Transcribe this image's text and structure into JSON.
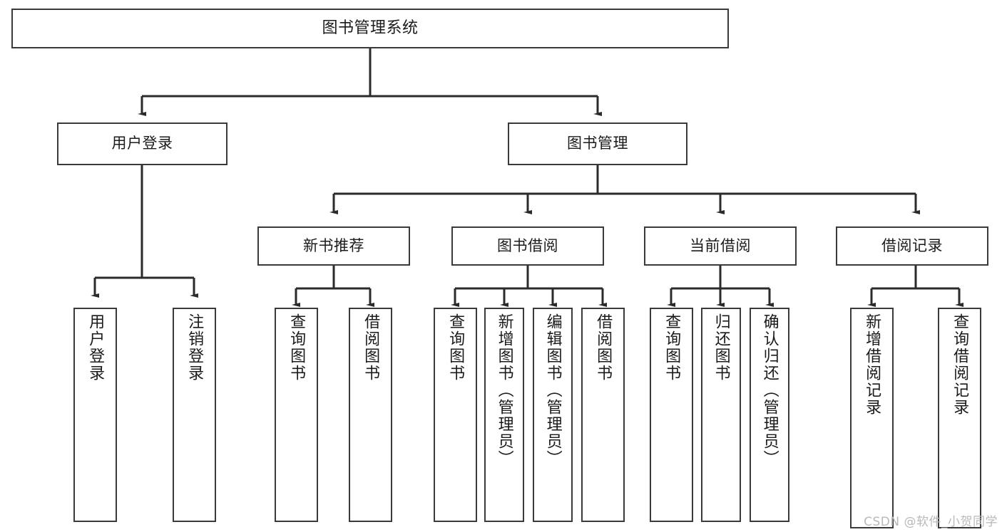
{
  "diagram": {
    "title": "图书管理系统",
    "type": "tree",
    "watermark": "CSDN @软件_小贺同学",
    "colors": {
      "background": "#ffffff",
      "box_border": "#3a3a3a",
      "box_fill": "#ffffff",
      "connector": "#2b2b2b",
      "text": "#1b1b1b",
      "watermark": "#b9b9b9"
    },
    "nodes": {
      "root": "图书管理系统",
      "level2": {
        "user_login": "用户登录",
        "book_manage": "图书管理"
      },
      "level3": {
        "new_book_rec": "新书推荐",
        "book_borrow": "图书借阅",
        "current_borrow": "当前借阅",
        "borrow_record": "借阅记录"
      },
      "leaves": {
        "login_1": "用户登录",
        "login_2": "注销登录",
        "rec_1": "查询图书",
        "rec_2": "借阅图书",
        "borrow_1": "查询图书",
        "borrow_2": "新增图书（管理员）",
        "borrow_3": "编辑图书（管理员）",
        "borrow_4": "借阅图书",
        "cur_1": "查询图书",
        "cur_2": "归还图书",
        "cur_3": "确认归还（管理员）",
        "rec2_1": "新增借阅记录",
        "rec2_2": "查询借阅记录"
      }
    },
    "edges": [
      {
        "from": "root",
        "to": "user_login"
      },
      {
        "from": "root",
        "to": "book_manage"
      },
      {
        "from": "user_login",
        "to": "login_1"
      },
      {
        "from": "user_login",
        "to": "login_2"
      },
      {
        "from": "book_manage",
        "to": "new_book_rec"
      },
      {
        "from": "book_manage",
        "to": "book_borrow"
      },
      {
        "from": "book_manage",
        "to": "current_borrow"
      },
      {
        "from": "book_manage",
        "to": "borrow_record"
      },
      {
        "from": "new_book_rec",
        "to": "rec_1"
      },
      {
        "from": "new_book_rec",
        "to": "rec_2"
      },
      {
        "from": "book_borrow",
        "to": "borrow_1"
      },
      {
        "from": "book_borrow",
        "to": "borrow_2"
      },
      {
        "from": "book_borrow",
        "to": "borrow_3"
      },
      {
        "from": "book_borrow",
        "to": "borrow_4"
      },
      {
        "from": "current_borrow",
        "to": "cur_1"
      },
      {
        "from": "current_borrow",
        "to": "cur_2"
      },
      {
        "from": "current_borrow",
        "to": "cur_3"
      },
      {
        "from": "borrow_record",
        "to": "rec2_1"
      },
      {
        "from": "borrow_record",
        "to": "rec2_2"
      }
    ]
  }
}
